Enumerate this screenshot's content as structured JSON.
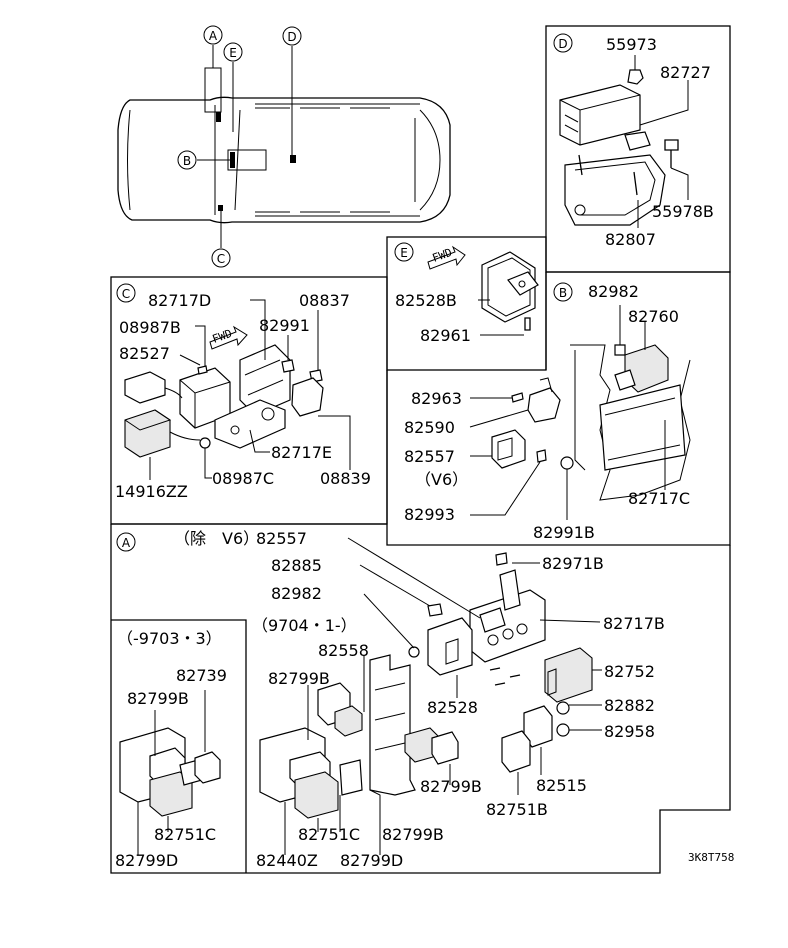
{
  "drawing_code": "3K8T758",
  "markers": {
    "A": "A",
    "B": "B",
    "C": "C",
    "D": "D",
    "E": "E"
  },
  "panel_C": {
    "parts": [
      "82717D",
      "08837",
      "08987B",
      "82991",
      "82527",
      "82717E",
      "08987C",
      "08839",
      "14916ZZ"
    ],
    "fwd": "FWD"
  },
  "panel_D": {
    "parts": [
      "55973",
      "82727",
      "55978B",
      "82807"
    ]
  },
  "panel_E": {
    "parts": [
      "82528B",
      "82961"
    ],
    "fwd": "FWD"
  },
  "panel_B": {
    "parts": [
      "82982",
      "82760",
      "82963",
      "82590",
      "82557",
      "V6",
      "82993",
      "82991B",
      "82717C"
    ]
  },
  "panel_A": {
    "exclude_v6_prefix": "（除　V6）",
    "parts": [
      "82557",
      "82885",
      "82971B",
      "82982",
      "82717B",
      "82528",
      "82752",
      "82882",
      "82958",
      "82515",
      "82751B",
      "82799B",
      "82558",
      "82751C",
      "82799D",
      "82440Z"
    ],
    "early_period": "（-9703・3）",
    "late_period": "（9704・1-）",
    "early_parts": [
      "82739",
      "82799B",
      "82751C",
      "82799D"
    ]
  },
  "colors": {
    "line": "#000000",
    "background": "#ffffff"
  }
}
